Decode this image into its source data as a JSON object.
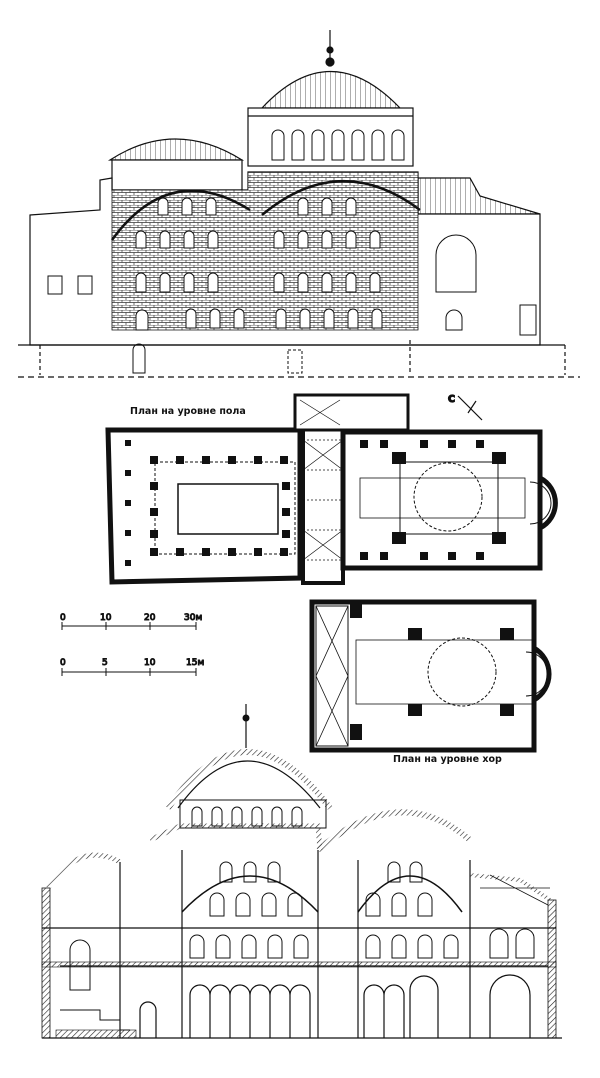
{
  "labels": {
    "plan_floor": "План на уровне пола",
    "plan_gallery": "План на уровне хор",
    "north": "С"
  },
  "scale_metric_large": [
    "0",
    "10",
    "20",
    "30м"
  ],
  "scale_metric_small": [
    "0",
    "5",
    "10",
    "15м"
  ]
}
